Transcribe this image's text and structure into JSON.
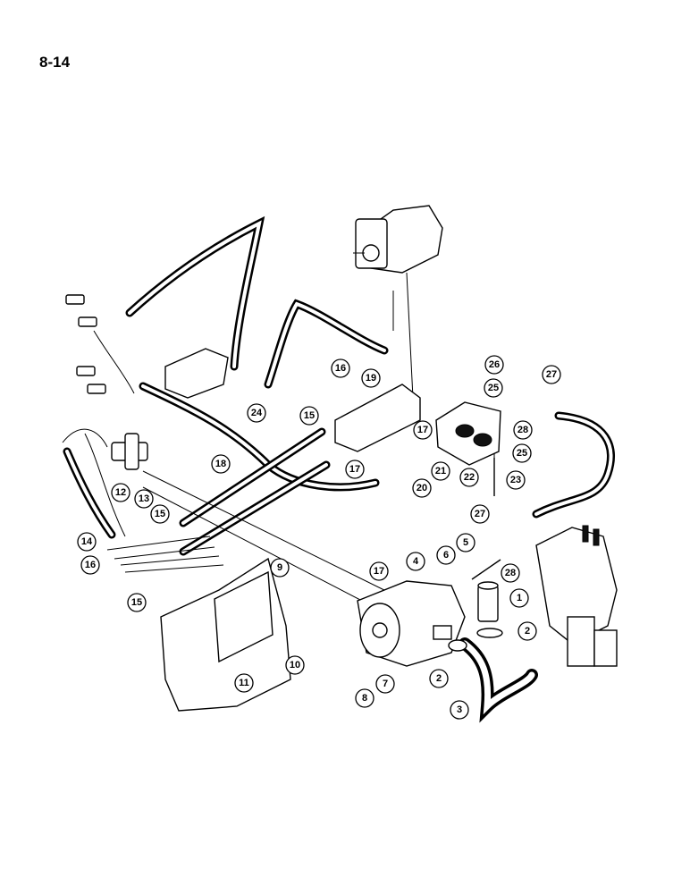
{
  "page": {
    "number": "8-14"
  },
  "callouts": [
    {
      "label": "1"
    },
    {
      "label": "2"
    },
    {
      "label": "2"
    },
    {
      "label": "3"
    },
    {
      "label": "4"
    },
    {
      "label": "5"
    },
    {
      "label": "6"
    },
    {
      "label": "7"
    },
    {
      "label": "8"
    },
    {
      "label": "9"
    },
    {
      "label": "10"
    },
    {
      "label": "11"
    },
    {
      "label": "12"
    },
    {
      "label": "13"
    },
    {
      "label": "14"
    },
    {
      "label": "15"
    },
    {
      "label": "15"
    },
    {
      "label": "15"
    },
    {
      "label": "16"
    },
    {
      "label": "16"
    },
    {
      "label": "17"
    },
    {
      "label": "17"
    },
    {
      "label": "17"
    },
    {
      "label": "18"
    },
    {
      "label": "19"
    },
    {
      "label": "20"
    },
    {
      "label": "21"
    },
    {
      "label": "22"
    },
    {
      "label": "23"
    },
    {
      "label": "24"
    },
    {
      "label": "25"
    },
    {
      "label": "25"
    },
    {
      "label": "26"
    },
    {
      "label": "27"
    },
    {
      "label": "27"
    },
    {
      "label": "28"
    },
    {
      "label": "28"
    }
  ]
}
